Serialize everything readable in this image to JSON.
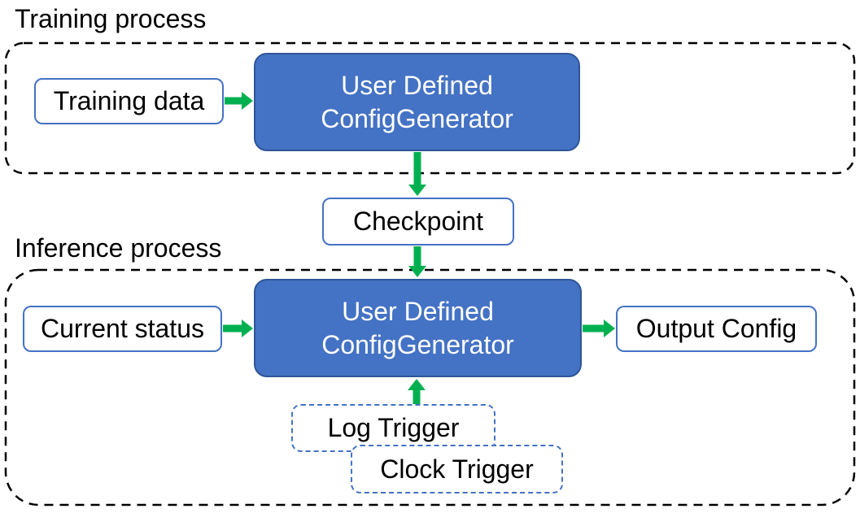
{
  "colors": {
    "box_fill_blue": "#4472C4",
    "box_border_dark_blue": "#2F5597",
    "outline_blue": "#4472C4",
    "arrow_green": "#00B050",
    "container_border": "#000000",
    "text_dark": "#000000",
    "text_light": "#FFFFFF",
    "background": "#FFFFFF"
  },
  "training": {
    "title": "Training process",
    "training_data_label": "Training data",
    "generator_line1": "User Defined",
    "generator_line2": "ConfigGenerator"
  },
  "checkpoint_label": "Checkpoint",
  "inference": {
    "title": "Inference process",
    "current_status_label": "Current status",
    "generator_line1": "User Defined",
    "generator_line2": "ConfigGenerator",
    "output_config_label": "Output Config",
    "log_trigger_label": "Log Trigger",
    "clock_trigger_label": "Clock Trigger"
  }
}
